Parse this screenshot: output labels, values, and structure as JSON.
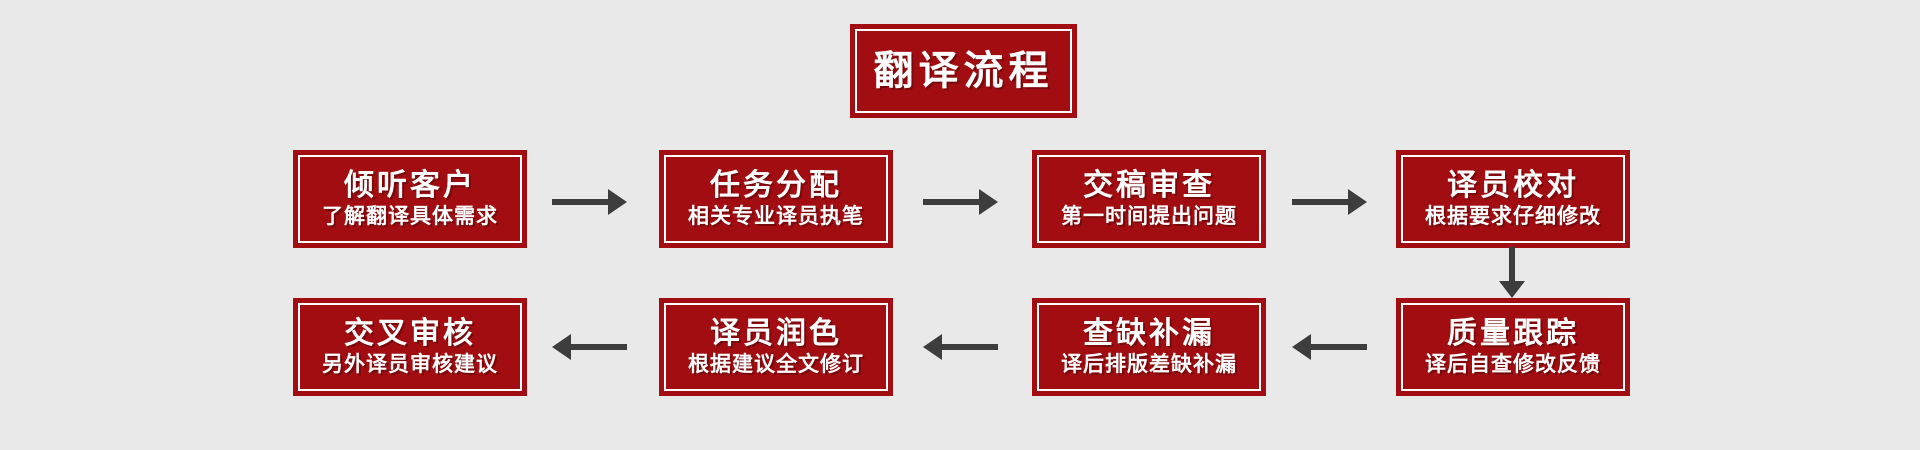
{
  "page": {
    "background_color": "#e9e9e9"
  },
  "colors": {
    "node_red": "#a20d12",
    "inner_border_white": "#ffffff",
    "arrow_gray": "#3d3d3d",
    "text_white": "#ffffff"
  },
  "title": {
    "label": "翻译流程"
  },
  "flow": {
    "row1": [
      {
        "title": "倾听客户",
        "subtitle": "了解翻译具体需求"
      },
      {
        "title": "任务分配",
        "subtitle": "相关专业译员执笔"
      },
      {
        "title": "交稿审查",
        "subtitle": "第一时间提出问题"
      },
      {
        "title": "译员校对",
        "subtitle": "根据要求仔细修改"
      }
    ],
    "row2": [
      {
        "title": "交叉审核",
        "subtitle": "另外译员审核建议"
      },
      {
        "title": "译员润色",
        "subtitle": "根据建议全文修订"
      },
      {
        "title": "查缺补漏",
        "subtitle": "译后排版差缺补漏"
      },
      {
        "title": "质量跟踪",
        "subtitle": "译后自查修改反馈"
      }
    ]
  }
}
